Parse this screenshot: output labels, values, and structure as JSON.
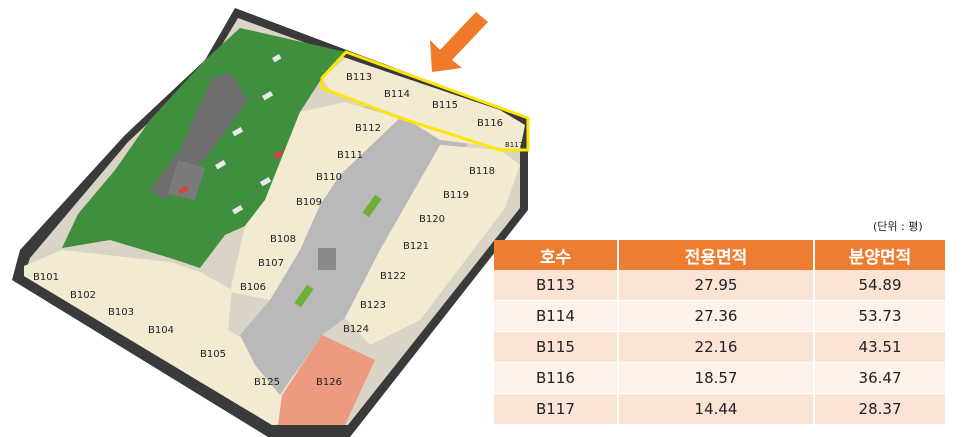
{
  "floorplan": {
    "units": [
      {
        "id": "B101",
        "label": "B101"
      },
      {
        "id": "B102",
        "label": "B102"
      },
      {
        "id": "B103",
        "label": "B103"
      },
      {
        "id": "B104",
        "label": "B104"
      },
      {
        "id": "B105",
        "label": "B105"
      },
      {
        "id": "B106",
        "label": "B106"
      },
      {
        "id": "B107",
        "label": "B107"
      },
      {
        "id": "B108",
        "label": "B108"
      },
      {
        "id": "B109",
        "label": "B109"
      },
      {
        "id": "B110",
        "label": "B110"
      },
      {
        "id": "B111",
        "label": "B111"
      },
      {
        "id": "B112",
        "label": "B112"
      },
      {
        "id": "B113",
        "label": "B113"
      },
      {
        "id": "B114",
        "label": "B114"
      },
      {
        "id": "B115",
        "label": "B115"
      },
      {
        "id": "B116",
        "label": "B116"
      },
      {
        "id": "B117",
        "label": "B117"
      },
      {
        "id": "B118",
        "label": "B118"
      },
      {
        "id": "B119",
        "label": "B119"
      },
      {
        "id": "B120",
        "label": "B120"
      },
      {
        "id": "B121",
        "label": "B121"
      },
      {
        "id": "B122",
        "label": "B122"
      },
      {
        "id": "B123",
        "label": "B123"
      },
      {
        "id": "B124",
        "label": "B124"
      },
      {
        "id": "B125",
        "label": "B125"
      },
      {
        "id": "B126",
        "label": "B126"
      }
    ],
    "colors": {
      "parking": "#3f8f3f",
      "unit": "#f3ead2",
      "corridor": "#b9b9b9",
      "wall": "#2a2a2a",
      "highlight_border": "#ffe600",
      "arrow": "#f07a28",
      "special_unit": "#ec9a80"
    }
  },
  "unit_note": "(단위 : 평)",
  "table": {
    "headers": [
      "호수",
      "전용면적",
      "분양면적"
    ],
    "rows": [
      [
        "B113",
        "27.95",
        "54.89"
      ],
      [
        "B114",
        "27.36",
        "53.73"
      ],
      [
        "B115",
        "22.16",
        "43.51"
      ],
      [
        "B116",
        "18.57",
        "36.47"
      ],
      [
        "B117",
        "14.44",
        "28.37"
      ]
    ],
    "header_color": "#ed7d31"
  }
}
